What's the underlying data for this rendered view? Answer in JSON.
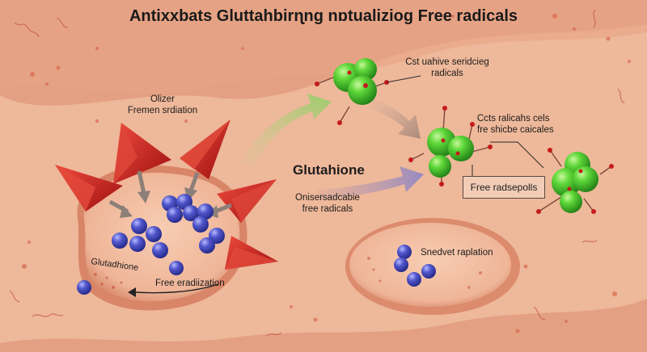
{
  "title": "Antixxbats Gluttahbirɳng nɒtualiziog Free radicals",
  "labels": {
    "oxidation_top": "Olizer",
    "oxidation_bottom": "Fremen srdiation",
    "damaged_top": "Cst uahive seridcieg",
    "damaged_bottom": "radicals",
    "cells_top": "Ccts ralicahs cels",
    "cells_bottom": "fre shicbe caicales",
    "glutathione": "Glutahione",
    "neutral_top": "Onisersadcabie",
    "neutral_bottom": "free radicals",
    "free_box": "Free radsepolls",
    "radiation": "Snedvet raplation",
    "gsh_cell": "Glutadhione",
    "free_erad": "Free eradiization"
  },
  "colors": {
    "background": "#e9a98a",
    "cell_fill": "#f0bea3",
    "molecule_green": "#4fcc2a",
    "glutathione_blue": "#4d52c4",
    "radical_red": "#cc1f1f"
  }
}
